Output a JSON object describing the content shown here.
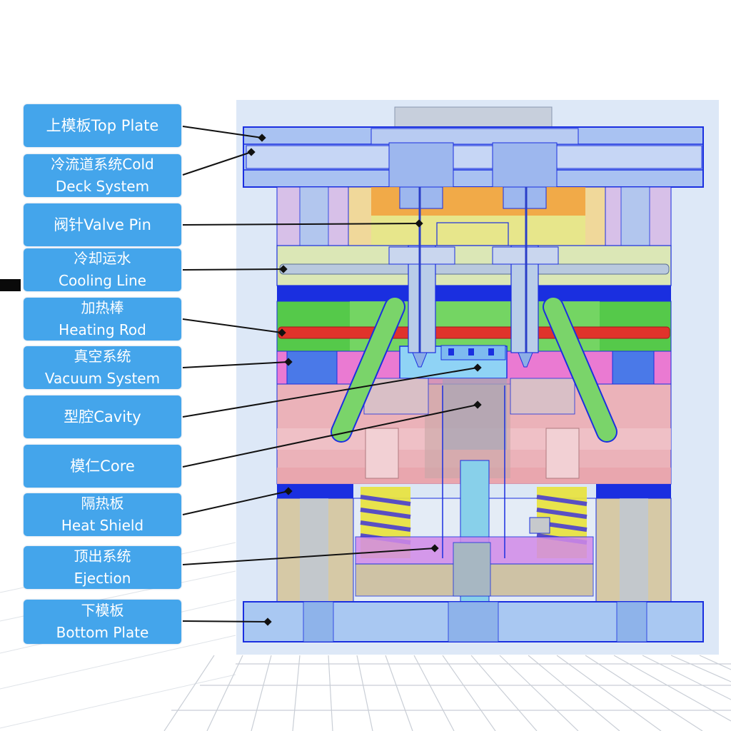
{
  "labels": [
    {
      "text": "上模板Top Plate"
    },
    {
      "text": "冷流道系统Cold\nDeck System"
    },
    {
      "text": "阀针Valve Pin"
    },
    {
      "text": "冷却运水\nCooling Line"
    },
    {
      "text": "加热棒\nHeating Rod"
    },
    {
      "text": "真空系统\nVacuum System"
    },
    {
      "text": "型腔Cavity"
    },
    {
      "text": "模仁Core"
    },
    {
      "text": "隔热板\nHeat Shield"
    },
    {
      "text": "顶出系统\nEjection"
    },
    {
      "text": "下模板\nBottom Plate"
    }
  ],
  "colors": {
    "callout_bg": "#44a5eb",
    "callout_text": "#ffffff",
    "plate_blue": "#1a2fe0",
    "heating_rod": "#e0332b",
    "cavity_pink": "#ea7ad2",
    "core_salmon": "#ebb2b9",
    "insulation_tan": "#d6c9a6",
    "spring_yellow": "#e8e23a",
    "cold_deck_green": "#55c94a",
    "manifold_orange": "#f1a23a"
  }
}
